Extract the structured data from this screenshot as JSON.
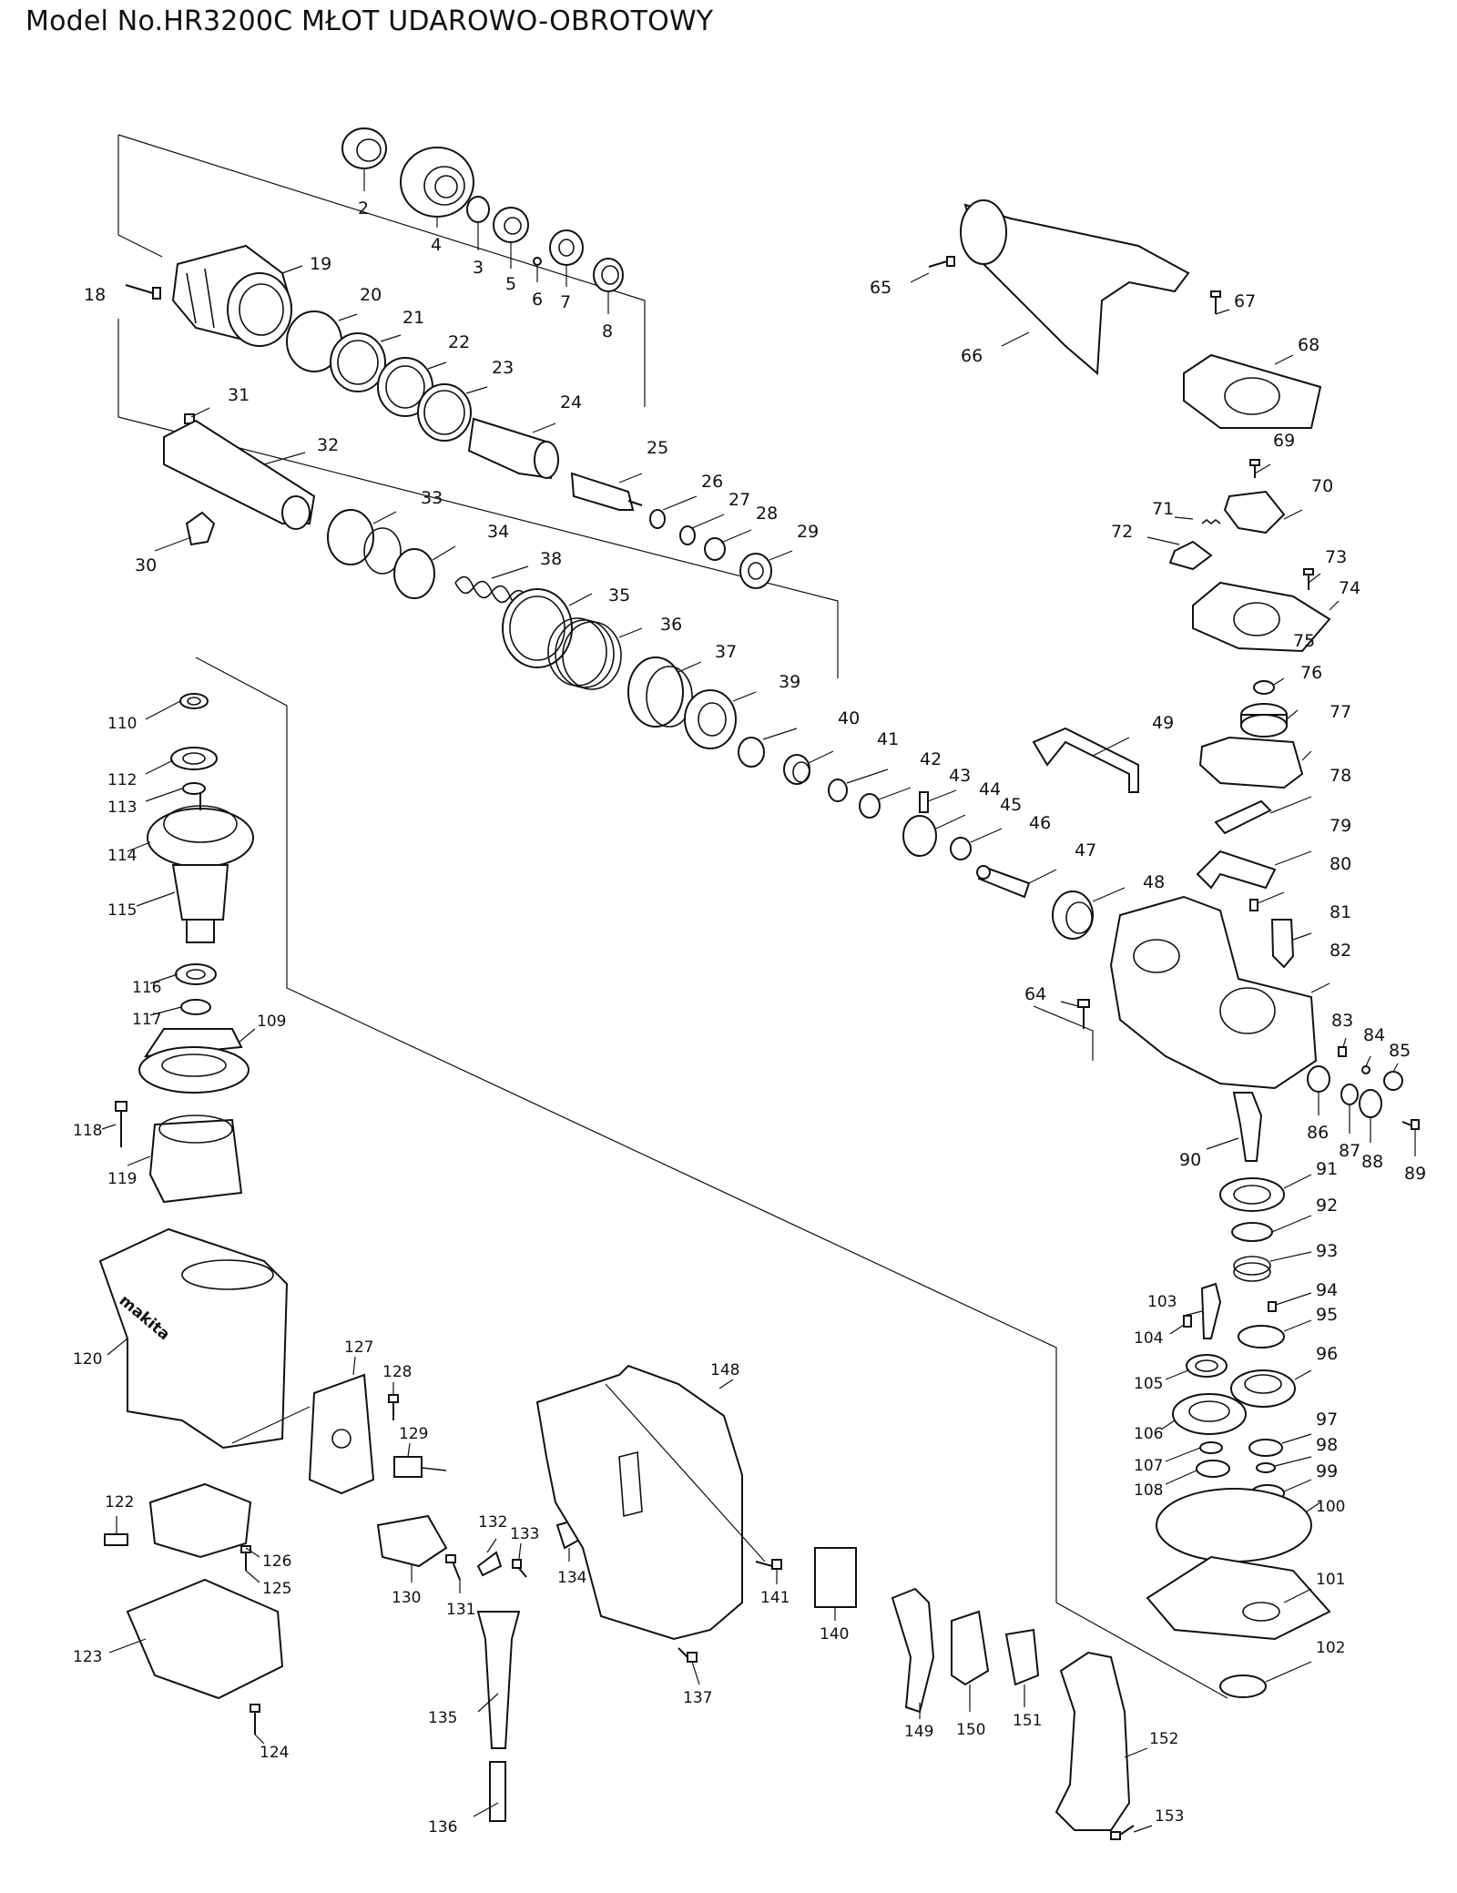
{
  "title": "Model No.HR3200C MŁOT UDAROWO-OBROTOWY",
  "labels": [
    "2",
    "3",
    "4",
    "5",
    "6",
    "7",
    "8",
    "18",
    "19",
    "20",
    "21",
    "22",
    "23",
    "24",
    "25",
    "26",
    "27",
    "28",
    "29",
    "30",
    "31",
    "32",
    "33",
    "34",
    "35",
    "36",
    "37",
    "38",
    "39",
    "40",
    "41",
    "42",
    "43",
    "44",
    "45",
    "46",
    "47",
    "48",
    "49",
    "64",
    "65",
    "66",
    "67",
    "68",
    "69",
    "70",
    "71",
    "72",
    "73",
    "74",
    "75",
    "76",
    "77",
    "78",
    "79",
    "80",
    "81",
    "82",
    "83",
    "84",
    "85",
    "86",
    "87",
    "88",
    "89",
    "90",
    "91",
    "92",
    "93",
    "94",
    "95",
    "96",
    "97",
    "98",
    "99",
    "100",
    "101",
    "102",
    "103",
    "104",
    "105",
    "106",
    "107",
    "108",
    "109",
    "110",
    "112",
    "113",
    "114",
    "115",
    "116",
    "117",
    "118",
    "119",
    "120",
    "122",
    "123",
    "124",
    "125",
    "126",
    "127",
    "128",
    "129",
    "130",
    "131",
    "132",
    "133",
    "134",
    "135",
    "136",
    "137",
    "140",
    "141",
    "148",
    "149",
    "150",
    "151",
    "152",
    "153"
  ],
  "brand_text": "makita"
}
